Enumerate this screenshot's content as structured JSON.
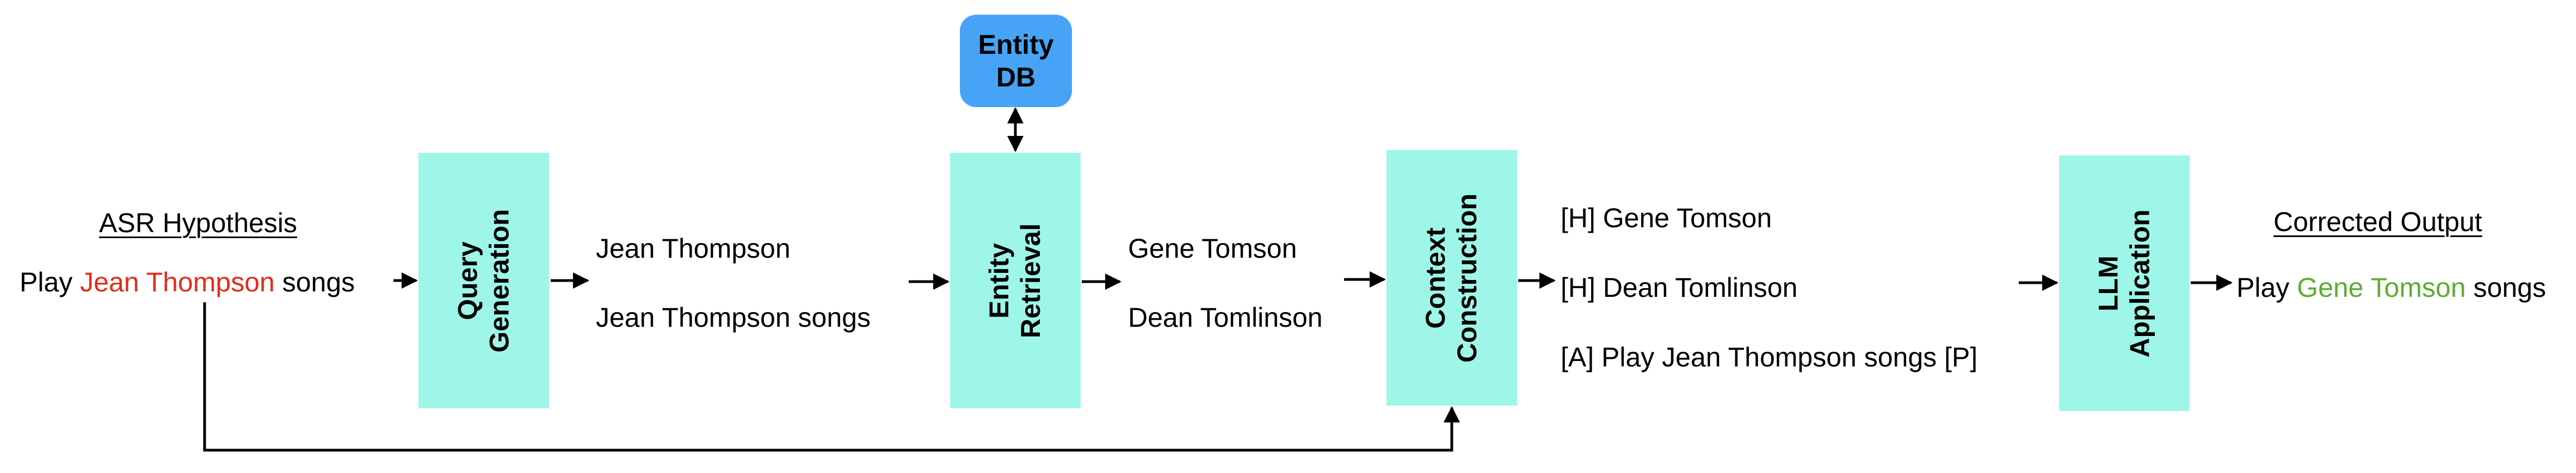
{
  "colors": {
    "box_fill": "#9ef6e8",
    "db_fill": "#47a3f5",
    "error_text": "#e22d1a",
    "corrected_text": "#5cae32",
    "line": "#000000"
  },
  "input": {
    "heading": "ASR Hypothesis",
    "prefix": "Play ",
    "highlight": "Jean Thompson",
    "suffix": " songs"
  },
  "entity_db": {
    "line1": "Entity",
    "line2": "DB"
  },
  "stages": [
    {
      "line1": "Query",
      "line2": "Generation"
    },
    {
      "line1": "Entity",
      "line2": "Retrieval"
    },
    {
      "line1": "Context",
      "line2": "Construction"
    },
    {
      "line1": "LLM",
      "line2": "Application"
    }
  ],
  "queries": [
    "Jean Thompson",
    "Jean Thompson songs"
  ],
  "retrieved": [
    "Gene Tomson",
    "Dean Tomlinson"
  ],
  "context": [
    "[H] Gene Tomson",
    "[H] Dean Tomlinson",
    "[A] Play Jean Thompson songs [P]"
  ],
  "output": {
    "heading": "Corrected Output",
    "prefix": "Play ",
    "highlight": "Gene Tomson",
    "suffix": " songs"
  }
}
